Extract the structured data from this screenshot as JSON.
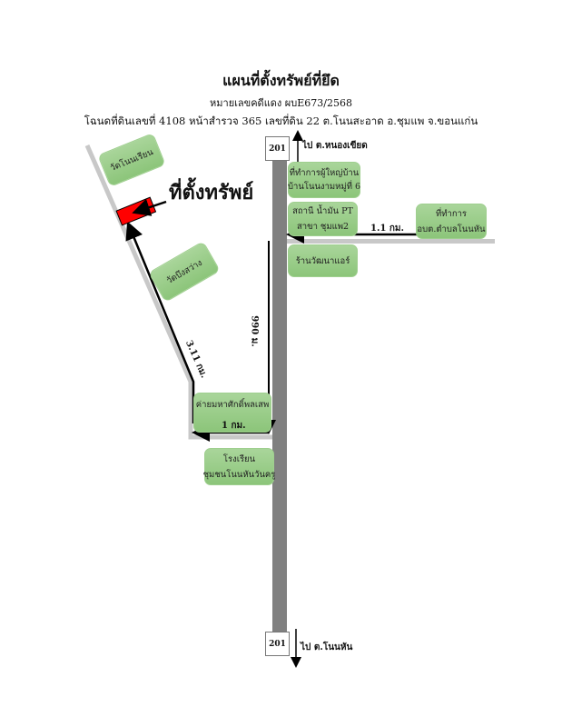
{
  "header": {
    "title": "แผนที่ตั้งทรัพย์ที่ยึด",
    "case_number": "หมายเลขคดีแดง ผบE673/2568",
    "deed_info": "โฉนดที่ดินเลขที่ 4108 หน้าสำรวจ 365 เลขที่ดิน 22 ต.โนนสะอาด อ.ชุมแพ จ.ขอนแก่น"
  },
  "map": {
    "property_label": "ที่ตั้งทรัพย์",
    "road_number_top": "201",
    "road_number_bottom": "201",
    "to_north": "ไป ต.หนองเขียด",
    "to_south": "ไป ต.โนนหัน",
    "landmarks": {
      "wat_nonrian": "วัดโนนเรียน",
      "wat_bueng_sawang": "วัดบึงสว่าง",
      "village_office_1": "ที่ทำการผู้ใหญ่บ้าน",
      "village_office_2": "บ้านโนนงามหมู่ที่ 6",
      "gas_station_1": "สถานี น้ำมัน PT",
      "gas_station_2": "สาขา ชุมแพ2",
      "sao_1": "ที่ทำการ",
      "sao_2": "อบต.ตำบลโนนหัน",
      "shop": "ร้านวัฒนาแอร์",
      "camp": "ค่ายมหาศักดิ์พลเสพ",
      "school_1": "โรงเรียน",
      "school_2": "ชุมชนโนนหันวันครู"
    },
    "distances": {
      "east_road": "1.1 กม.",
      "south_leg": "990 ม.",
      "west_leg": "1 กม.",
      "diagonal": "3.11 กม."
    },
    "colors": {
      "road": "#808080",
      "side_road": "#c8c8c8",
      "landmark": "#9fcf8f",
      "property": "#ff0000"
    }
  }
}
